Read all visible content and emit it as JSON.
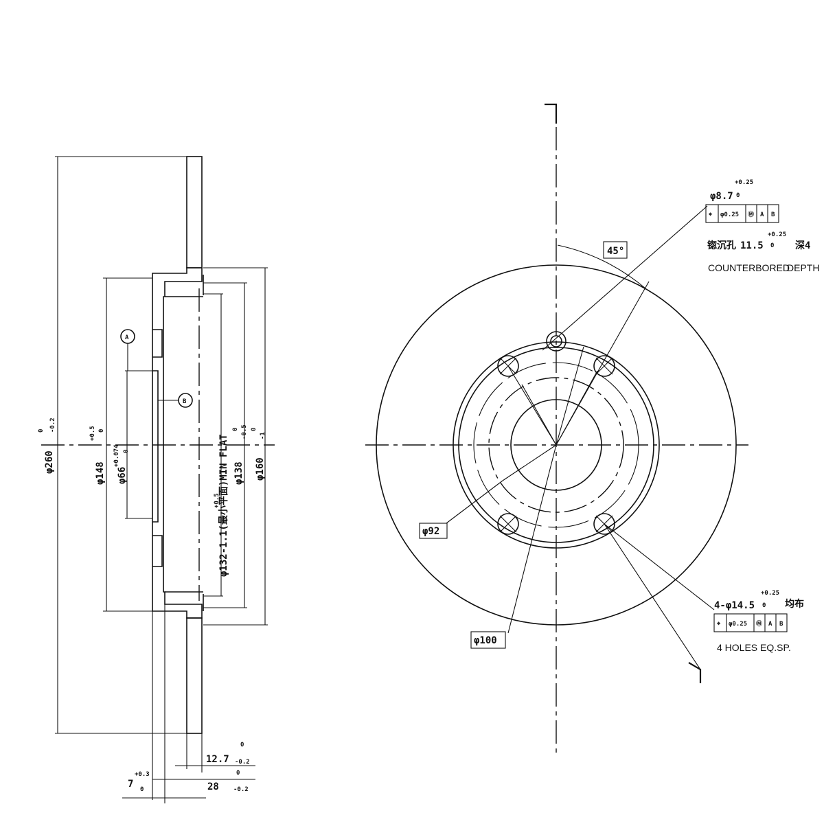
{
  "side_view": {
    "dim_260": "φ260",
    "dim_260_tol_upper": "0",
    "dim_260_tol_lower": "-0.2",
    "dim_148": "φ148",
    "dim_148_tol_upper": "+0.5",
    "dim_148_tol_lower": "0",
    "dim_66": "φ66",
    "dim_66_tol_upper": "+0.074",
    "dim_66_tol_lower": "0",
    "dim_132": "φ132-1.1(最小平面)MIN FLAT",
    "dim_132_tol": "+0.5",
    "dim_138": "φ138",
    "dim_138_tol_upper": "0",
    "dim_138_tol_lower": "-0.5",
    "dim_160": "φ160",
    "dim_160_tol_upper": "0",
    "dim_160_tol_lower": "-1",
    "dim_12_7": "12.7",
    "dim_12_7_tol_upper": "0",
    "dim_12_7_tol_lower": "-0.2",
    "dim_28": "28",
    "dim_28_tol_upper": "0",
    "dim_28_tol_lower": "-0.2",
    "dim_7": "7",
    "dim_7_tol_upper": "+0.3",
    "dim_7_tol_lower": "0",
    "datum_a": "A",
    "datum_b": "B"
  },
  "front_view": {
    "angle_label": "45°",
    "dim_92": "φ92",
    "dim_100": "φ100",
    "small_hole": {
      "diameter": "φ8.7",
      "tol_upper": "+0.25",
      "tol_lower": "0",
      "fcf": [
        "⌖",
        "φ0.25",
        "Ⓜ",
        "A",
        "B"
      ],
      "counterbore_cn": "锪沉孔",
      "counterbore_dia": "11.5",
      "counterbore_tol_upper": "+0.25",
      "counterbore_tol_lower": "0",
      "depth_cn": "深4",
      "counterbored_en": "COUNTERBORED",
      "depth_en": "DEPTH"
    },
    "bolt_holes": {
      "label": "4-φ14.5",
      "tol_upper": "+0.25",
      "tol_lower": "0",
      "eq_cn": "均布",
      "fcf": [
        "⌖",
        "φ0.25",
        "Ⓜ",
        "A",
        "B"
      ],
      "label_en": "4 HOLES EQ.SP."
    }
  }
}
